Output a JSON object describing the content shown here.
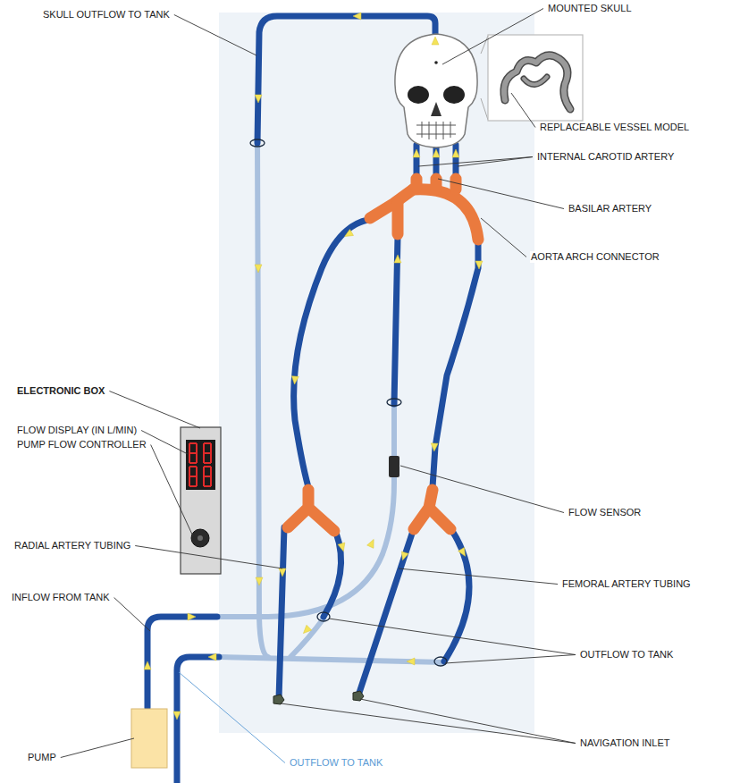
{
  "diagram": {
    "labels": [
      "SKULL OUTFLOW TO TANK",
      "MOUNTED SKULL",
      "REPLACEABLE VESSEL MODEL",
      "INTERNAL CAROTID ARTERY",
      "BASILAR ARTERY",
      "AORTA ARCH CONNECTOR",
      "ELECTRONIC BOX",
      "FLOW DISPLAY (IN L/MIN)",
      "PUMP FLOW CONTROLLER",
      "FLOW SENSOR",
      "RADIAL ARTERY TUBING",
      "FEMORAL ARTERY TUBING",
      "INFLOW FROM TANK",
      "OUTFLOW TO TANK",
      "NAVIGATION INLET",
      "PUMP",
      "OUTFLOW TO TANK"
    ]
  }
}
